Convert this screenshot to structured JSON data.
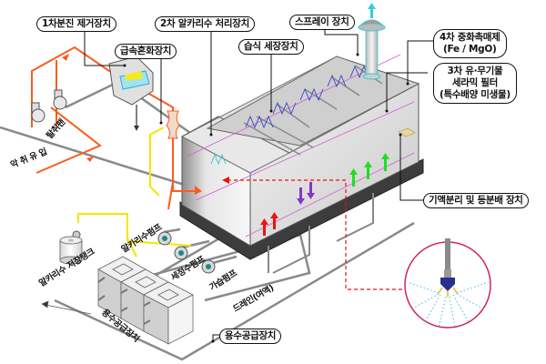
{
  "title": "Wet scrubber treatment system diagram",
  "labels": {
    "primary_dust": "1차분진 제거장치",
    "rapid_mix": "급속혼화장치",
    "secondary_alkali": "2차 알카리수 처리장치",
    "wet_wash": "습식 세장장치",
    "spray": "스프레이 장치",
    "catalyst_line1": "4차 중화촉매제",
    "catalyst_line2": "(Fe / MgO)",
    "filter_line1": "3차 유·무기물",
    "filter_line2": "세라믹 필터",
    "filter_line3": "(특수배양 미생물)",
    "gas_liquid": "기액분리 및 등분배 장치",
    "water_supply": "용수공급장치"
  },
  "annotations": {
    "deodorizer_fan": "탈취팬",
    "odor_inflow": "악 취 유 입",
    "alkali_tank": "알카리수 저장탱크",
    "alkali_pump": "알카리수펌프",
    "wash_pump": "세정수펌프",
    "humid_pump": "가습펌프",
    "drain": "드레인(여액)",
    "water_supply_rot": "용수공급장치"
  },
  "colors": {
    "odor_pipe": "#ff5a1f",
    "alkali_line": "#f5e600",
    "spray_frame": "#cc2266",
    "spray_dots": "#45b6ee",
    "nozzle": "#2b2f8c",
    "arrow_red": "#ee1111",
    "arrow_green": "#22dd22",
    "arrow_purple": "#8833cc",
    "exhaust_arrow": "#33cce0"
  }
}
